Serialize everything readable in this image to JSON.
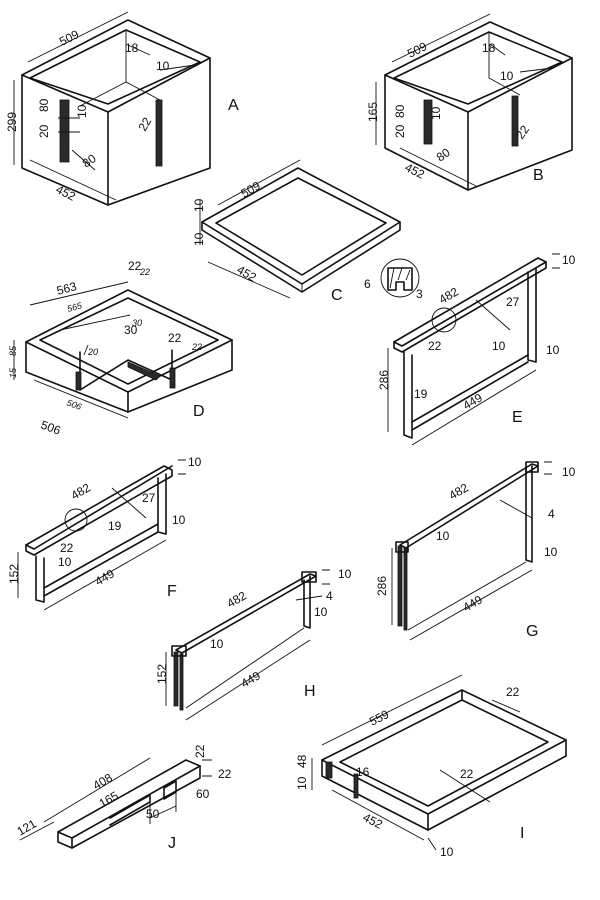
{
  "parts": {
    "A": {
      "label": "A",
      "dims": [
        "509",
        "18",
        "10",
        "299",
        "80",
        "10",
        "20",
        "22",
        "80",
        "452"
      ]
    },
    "B": {
      "label": "B",
      "dims": [
        "509",
        "18",
        "10",
        "165",
        "80",
        "10",
        "20",
        "22",
        "80",
        "452"
      ]
    },
    "C": {
      "label": "C",
      "dims": [
        "509",
        "10",
        "10",
        "452"
      ]
    },
    "D": {
      "label": "D",
      "dims": [
        "563",
        "22",
        "22",
        "565",
        "30",
        "30",
        "20",
        "22",
        "22",
        "85",
        "15",
        "506",
        "506"
      ]
    },
    "E": {
      "label": "E",
      "dims": [
        "10",
        "482",
        "27",
        "22",
        "10",
        "10",
        "286",
        "19",
        "449",
        "6",
        "3"
      ]
    },
    "F": {
      "label": "F",
      "dims": [
        "10",
        "482",
        "27",
        "19",
        "22",
        "10",
        "152",
        "10",
        "449"
      ]
    },
    "G": {
      "label": "G",
      "dims": [
        "10",
        "482",
        "4",
        "10",
        "10",
        "286",
        "449"
      ]
    },
    "H": {
      "label": "H",
      "dims": [
        "10",
        "482",
        "4",
        "10",
        "10",
        "152",
        "449"
      ]
    },
    "I": {
      "label": "I",
      "dims": [
        "559",
        "22",
        "48",
        "16",
        "22",
        "10",
        "452",
        "10"
      ]
    },
    "J": {
      "label": "J",
      "dims": [
        "408",
        "22",
        "22",
        "165",
        "60",
        "50",
        "121"
      ]
    }
  }
}
